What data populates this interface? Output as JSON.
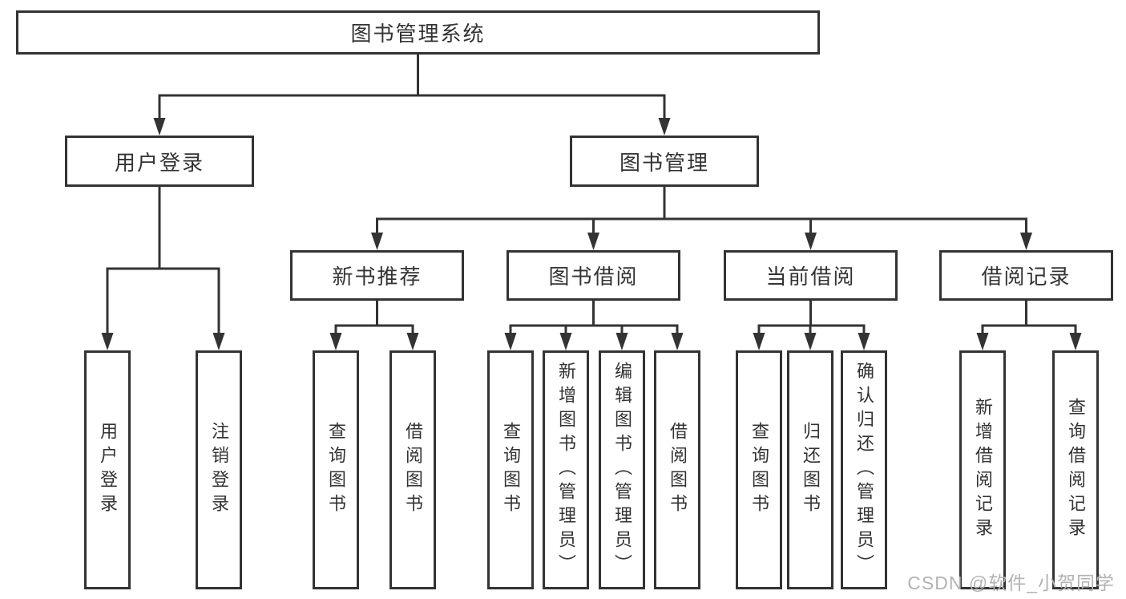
{
  "diagram": {
    "root": {
      "label": "图书管理系统"
    },
    "level2": [
      {
        "id": "user-login",
        "label": "用户登录"
      },
      {
        "id": "book-management",
        "label": "图书管理"
      }
    ],
    "level3": [
      {
        "id": "new-book-recommend",
        "label": "新书推荐"
      },
      {
        "id": "book-borrow",
        "label": "图书借阅"
      },
      {
        "id": "current-borrow",
        "label": "当前借阅"
      },
      {
        "id": "borrow-records",
        "label": "借阅记录"
      }
    ],
    "level4": [
      {
        "group": "user-login",
        "label": "用户登录"
      },
      {
        "group": "user-login",
        "label": "注销登录"
      },
      {
        "group": "new-book-recommend",
        "label": "查询图书"
      },
      {
        "group": "new-book-recommend",
        "label": "借阅图书"
      },
      {
        "group": "book-borrow",
        "label": "查询图书"
      },
      {
        "group": "book-borrow",
        "label": "新增图书（管理员）"
      },
      {
        "group": "book-borrow",
        "label": "编辑图书（管理员）"
      },
      {
        "group": "book-borrow",
        "label": "借阅图书"
      },
      {
        "group": "current-borrow",
        "label": "查询图书"
      },
      {
        "group": "current-borrow",
        "label": "归还图书"
      },
      {
        "group": "current-borrow",
        "label": "确认归还（管理员）"
      },
      {
        "group": "borrow-records",
        "label": "新增借阅记录"
      },
      {
        "group": "borrow-records",
        "label": "查询借阅记录"
      }
    ]
  },
  "watermark": "CSDN @软件_小贺同学",
  "colors": {
    "line": "#333333",
    "box_border": "#333333",
    "text": "#333333",
    "background": "#ffffff",
    "watermark": "#b3b3b3"
  }
}
